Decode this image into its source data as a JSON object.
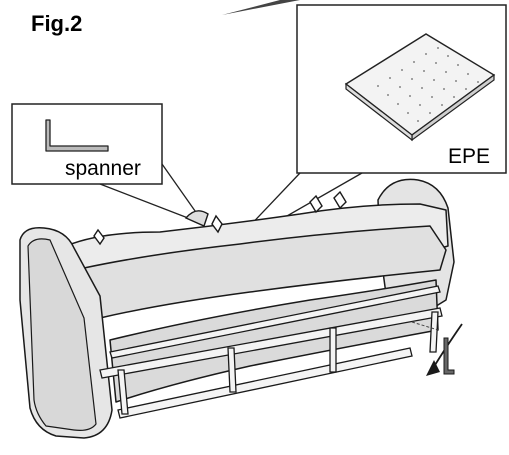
{
  "figure": {
    "title": "Fig.2"
  },
  "callouts": {
    "spanner_label": "spanner",
    "epe_label": "EPE"
  },
  "colors": {
    "sofa_fill": "#e6e6e6",
    "sofa_shadow": "#d2d2d2",
    "line": "#1a1a1a",
    "background": "#ffffff"
  }
}
